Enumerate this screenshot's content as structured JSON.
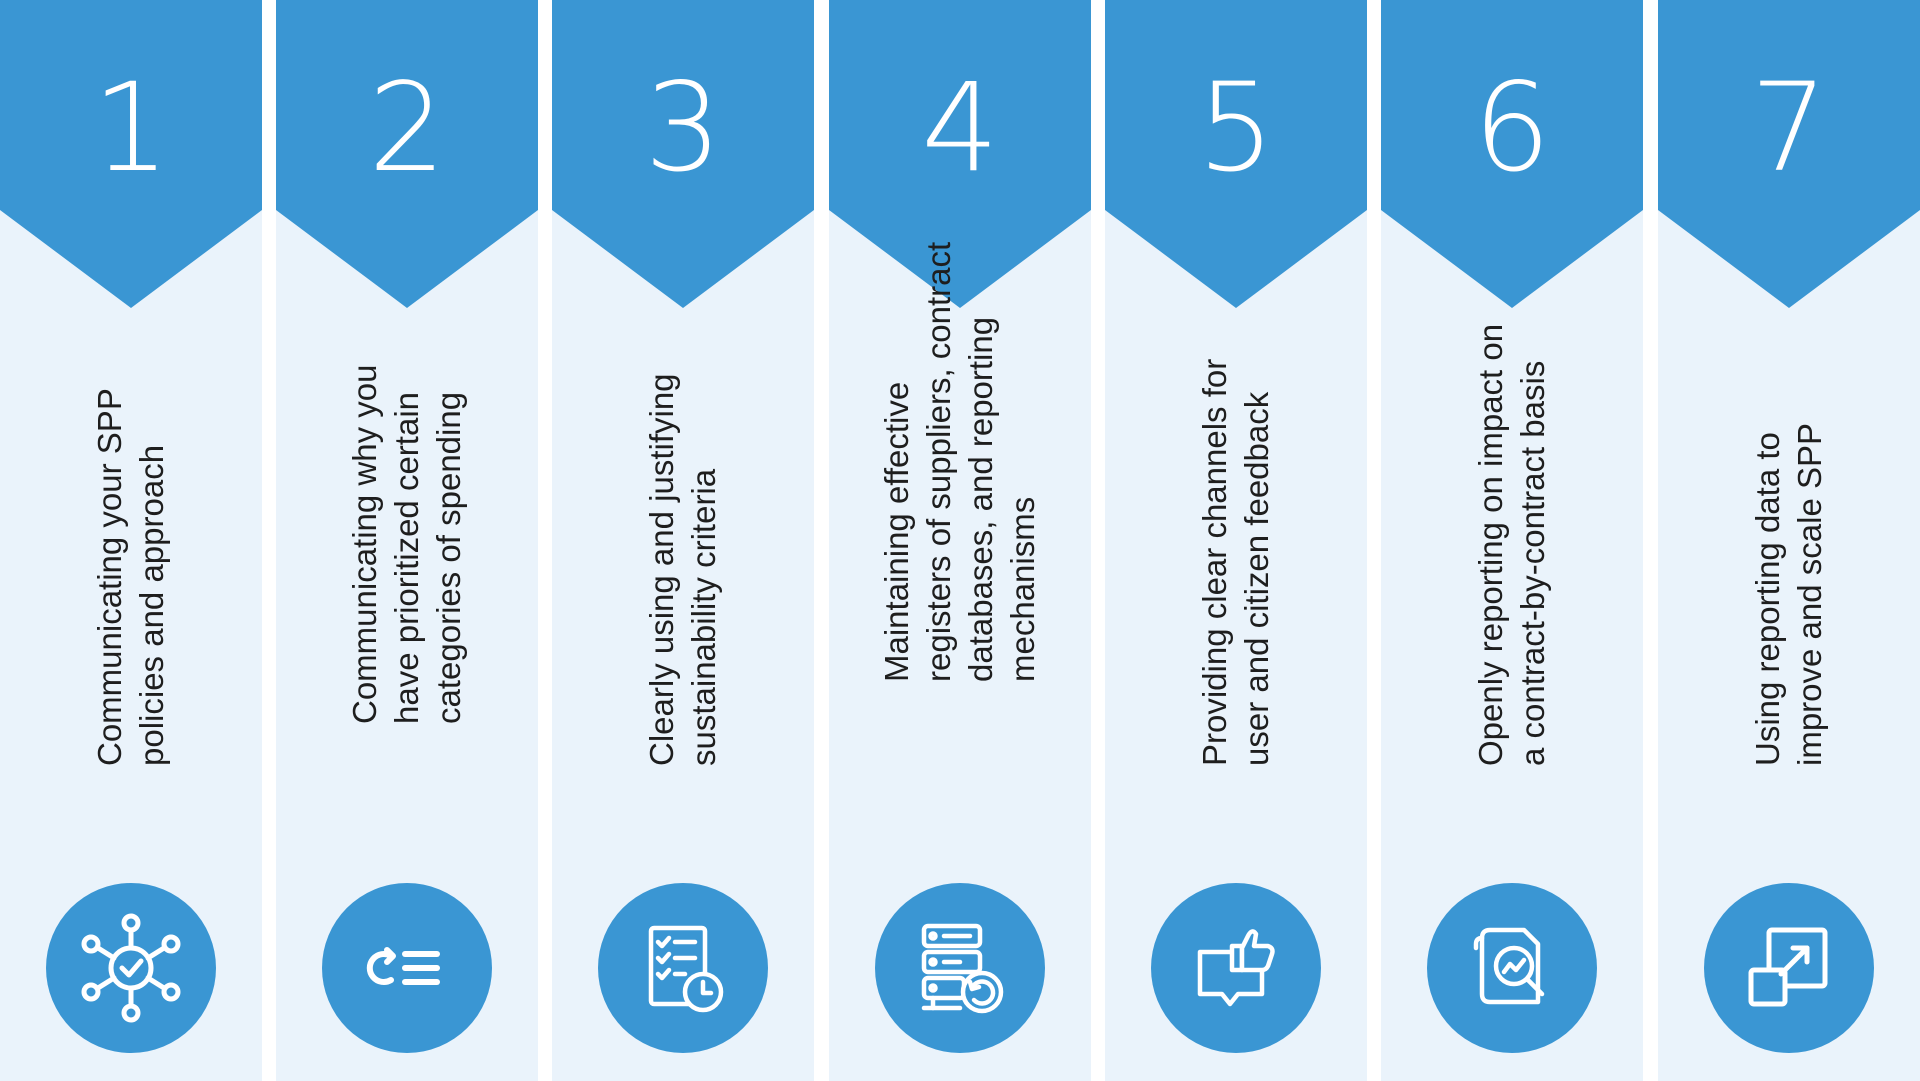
{
  "colors": {
    "banner": "#3a96d3",
    "column_bg": "#eaf3fb",
    "text": "#1e1e1e",
    "icon_fg": "#ffffff"
  },
  "steps": [
    {
      "number": "1",
      "lines": [
        "Communicating your SPP",
        "policies and approach"
      ],
      "icon": "network-check-icon"
    },
    {
      "number": "2",
      "lines": [
        "Communicating why you",
        "have prioritized certain",
        "categories of spending"
      ],
      "icon": "priority-list-icon"
    },
    {
      "number": "3",
      "lines": [
        "Clearly using and justifying",
        "sustainability criteria"
      ],
      "icon": "checklist-clock-icon"
    },
    {
      "number": "4",
      "lines": [
        "Maintaining effective",
        "registers of suppliers, contract",
        "databases, and reporting",
        "mechanisms"
      ],
      "icon": "database-refresh-icon"
    },
    {
      "number": "5",
      "lines": [
        "Providing clear channels for",
        "user and citizen feedback"
      ],
      "icon": "thumbs-up-chat-icon"
    },
    {
      "number": "6",
      "lines": [
        "Openly reporting on impact on",
        "a contract-by-contract basis"
      ],
      "icon": "report-analysis-icon"
    },
    {
      "number": "7",
      "lines": [
        "Using reporting data to",
        "improve and scale SPP"
      ],
      "icon": "scale-up-icon"
    }
  ]
}
